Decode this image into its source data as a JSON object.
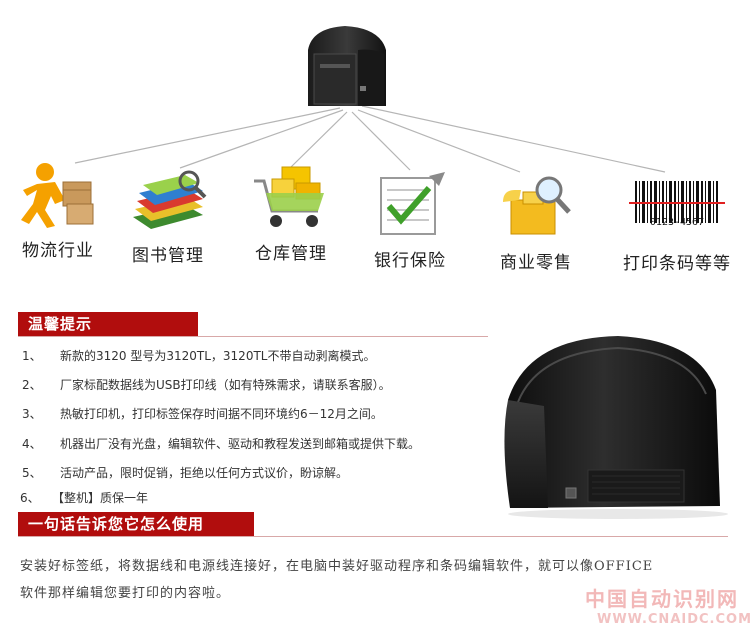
{
  "diagram": {
    "apps": [
      {
        "label": "物流行业",
        "icon": "logistics-courier-icon"
      },
      {
        "label": "图书管理",
        "icon": "books-icon"
      },
      {
        "label": "仓库管理",
        "icon": "warehouse-cart-icon"
      },
      {
        "label": "银行保险",
        "icon": "bank-checklist-icon"
      },
      {
        "label": "商业零售",
        "icon": "retail-magnifier-icon"
      },
      {
        "label": "打印条码等等",
        "icon": "barcode-icon"
      }
    ],
    "barcode_text": "0123-4567"
  },
  "tips": {
    "title": "温馨提示",
    "items": [
      {
        "num": "1、",
        "text": "新款的3120 型号为3120TL，3120TL不带自动剥离模式。"
      },
      {
        "num": "2、",
        "text": "厂家标配数据线为USB打印线（如有特殊需求，请联系客服）。"
      },
      {
        "num": "3、",
        "text": "热敏打印机，打印标签保存时间据不同环境约6－12月之间。"
      },
      {
        "num": "4、",
        "text": "机器出厂没有光盘，编辑软件、驱动和教程发送到邮箱或提供下载。"
      },
      {
        "num": "5、",
        "text": "活动产品，限时促销，拒绝以任何方式议价，盼谅解。"
      },
      {
        "num": "6、",
        "text": "【整机】质保一年"
      }
    ]
  },
  "usage": {
    "title": "一句话告诉您它怎么使用",
    "line1": "安装好标签纸，将数据线和电源线连接好，在电脑中装好驱动程序和条码编辑软件，就可以像OFFICE",
    "line2": "软件那样编辑您要打印的内容啦。"
  },
  "watermark": {
    "cn": "中国自动识别网",
    "url": "WWW.CNAIDC.COM"
  }
}
